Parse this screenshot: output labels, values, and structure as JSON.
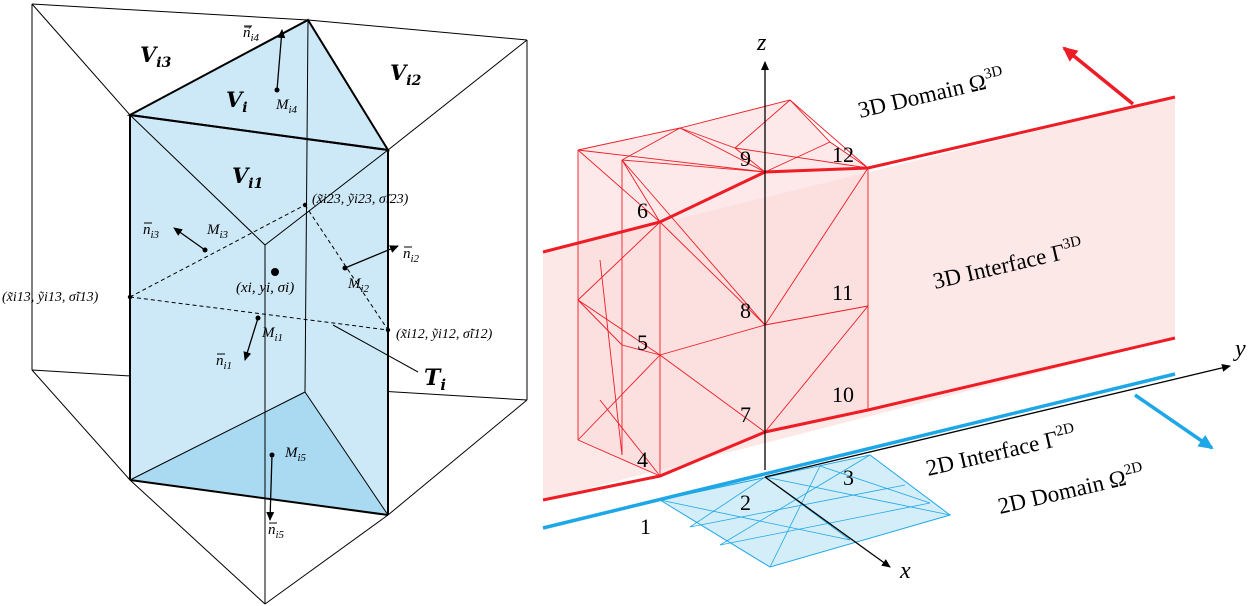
{
  "left": {
    "volumes": {
      "v_i3": "V",
      "v_i3_sub": "i3",
      "v_i2": "V",
      "v_i2_sub": "i2",
      "v_i": "V",
      "v_i_sub": "i",
      "v_i1": "V",
      "v_i1_sub": "i1"
    },
    "normals": {
      "n_i4": "n",
      "n_i4_sub": "i4",
      "n_i3": "n",
      "n_i3_sub": "i3",
      "n_i2": "n",
      "n_i2_sub": "i2",
      "n_i1": "n",
      "n_i1_sub": "i1",
      "n_i5": "n",
      "n_i5_sub": "i5"
    },
    "midpoints": {
      "m_i4": "M",
      "m_i4_sub": "i4",
      "m_i3": "M",
      "m_i3_sub": "i3",
      "m_i2": "M",
      "m_i2_sub": "i2",
      "m_i1": "M",
      "m_i1_sub": "i1",
      "m_i5": "M",
      "m_i5_sub": "i5"
    },
    "points": {
      "p23": "(x̃i23, ỹi23, σ̃i23)",
      "p13": "(x̃i13, ỹi13, σ̃i13)",
      "p12": "(x̃i12, ỹi12, σ̃i12)",
      "center": "(xi, yi, σi)"
    },
    "t_i": "T",
    "t_i_sub": "i"
  },
  "right": {
    "axes": {
      "x": "x",
      "y": "y",
      "z": "z"
    },
    "domain3d": "3D Domain Ω",
    "domain3d_sup": "3D",
    "interface3d": "3D Interface Γ",
    "interface3d_sup": "3D",
    "interface2d": "2D Interface Γ",
    "interface2d_sup": "2D",
    "domain2d": "2D Domain Ω",
    "domain2d_sup": "2D",
    "node_numbers": [
      "1",
      "2",
      "3",
      "4",
      "5",
      "6",
      "7",
      "8",
      "9",
      "10",
      "11",
      "12"
    ]
  },
  "colors": {
    "prism_fill": "#cde9f7",
    "prism_fill_dark": "#a9daf2",
    "red": "#ee1c25",
    "red_fill": "#fde8e8",
    "blue": "#1ea7e6",
    "blue_fill": "#d3eef9"
  }
}
